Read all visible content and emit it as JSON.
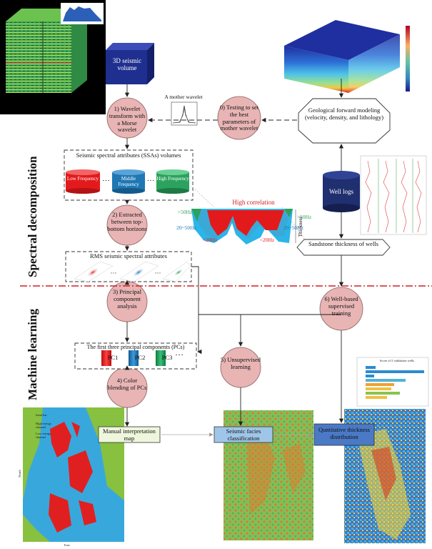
{
  "side_labels": {
    "spectral": "Spectral decomposition",
    "ml": "Machine learning"
  },
  "nodes": {
    "seismic_volume": "3D seismic volume",
    "wavelet_transform": "1) Wavelet transform with a Morse wavelet",
    "testing": "0) Testing to set the best parameters of mother wavelet",
    "mother_wavelet": "A mother wavelet",
    "geo_model": "Geological forward modeling (velocity, density, and lithology)",
    "ssa_title": "Seismic spectral attributes (SSAs) volumes",
    "low_freq": "Low Frequency",
    "mid_freq": "Middle Frequency",
    "high_freq": "High Frequency",
    "ellipsis": "···",
    "extracted": "2) Extracted between top-bottom horizons",
    "high_corr": "High correlation",
    "hz_gt50_l": ">50Hz",
    "hz_2050_l": "20~50Hz",
    "hz_lt20_l": "<20Hz",
    "hz_gt50_r": ">50Hz",
    "hz_2050_r": "20~50Hz",
    "hz_lt20_r": "<20Hz",
    "thickness": "Thickness",
    "well_logs": "Well logs",
    "sandstone": "Sandstone thickness of wells",
    "rms_title": "RMS seismic spectral attributes",
    "pca": "3) Principal component analysis",
    "pcs_title": "The first three principal components (PCs)",
    "pc1": "PC1",
    "pc2": "PC2",
    "pc3": "PC3",
    "well_supervised": "6) Well-based supervised training",
    "unsupervised": "5) Unsupervised learning",
    "color_blend": "4) Color blending of PCs",
    "manual_map": "Manual interpretation map",
    "facies": "Seismic facies classification",
    "quant": "Quntitative thickness distribution"
  },
  "thumb_text": {
    "validation_title": "Score of 5 validation wells",
    "legend_sand": "Sand bar",
    "legend_high": "High energy channel",
    "legend_low": "Low energy channel",
    "axis_north": "North",
    "axis_east": "East"
  },
  "colors": {
    "node_pink": "#e8b4b4",
    "volume_blue": "#1f2f8f",
    "low": "#e31a1c",
    "mid": "#1f78b4",
    "high": "#2ca25f",
    "divider_red": "#d02020",
    "box_green": "#eef6dc",
    "box_blue": "#9fc6e8",
    "box_dblue": "#4a79c6"
  }
}
